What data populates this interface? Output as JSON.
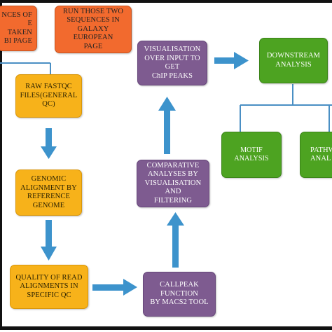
{
  "nodes": {
    "sequences_ncbi": "NCES OF\nE TAKEN\nBI PAGE",
    "run_galaxy": "RUN THOSE TWO\nSEQUENCES IN\nGALAXY EUROPEAN\nPAGE",
    "raw_fastqc": "RAW FASTQC\nFILES(GENERAL\nQC)",
    "genomic_alignment": "GENOMIC\nALIGNMENT BY\nREFERENCE\nGENOME",
    "quality_reads": "QUALITY OF READ\nALIGNMENTS IN\nSPECIFIC QC",
    "callpeak": "CALLPEAK FUNCTION\nBY MACS2 TOOL",
    "comparative": "COMPARATIVE\nANALYSES BY\nVISUALISATION AND\nFILTERING",
    "visualisation": "VISUALISATION\nOVER INPUT TO GET\nChIP PEAKS",
    "downstream": "DOWNSTREAM\nANALYSIS",
    "motif": "MOTIF ANALYSIS",
    "pathway": "PATHW\nANAL"
  },
  "colors": {
    "orange_red": "#f26a2e",
    "yellow": "#f7b21a",
    "purple": "#7e5b90",
    "green": "#4da321",
    "arrow": "#3d93cc"
  }
}
